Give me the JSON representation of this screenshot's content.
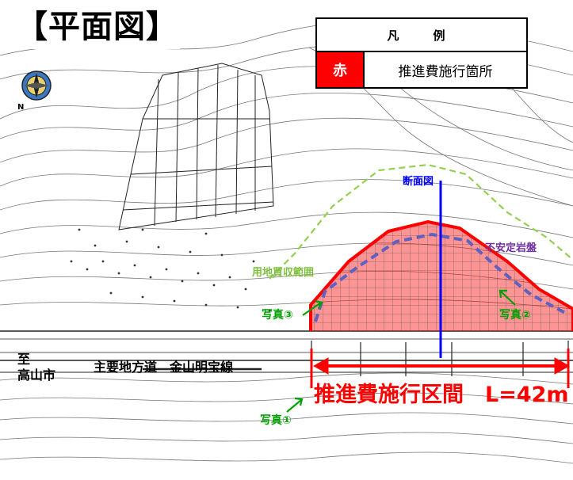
{
  "title": "【平面図】",
  "legend": {
    "header": "凡　例",
    "swatch_label": "赤",
    "swatch_color": "#ff0000",
    "item_label": "推進費施行箇所"
  },
  "labels": {
    "section": "断面図",
    "unstable_rock": "不安定岩盤",
    "land_purchase": "用地買収範囲",
    "photo1": "写真①",
    "photo2": "写真②",
    "photo3": "写真③",
    "to_takayama_1": "至",
    "to_takayama_2": "高山市",
    "road_name": "主要地方道　金山明宝線",
    "section_length": "推進費施行区間　L=42m"
  },
  "colors": {
    "red": "#ff0000",
    "section_line": "#0000ff",
    "unstable_rock": "#7030a0",
    "land_boundary": "#92d050",
    "photo_arrow": "#00a000"
  },
  "icons": [
    "compass-icon"
  ]
}
